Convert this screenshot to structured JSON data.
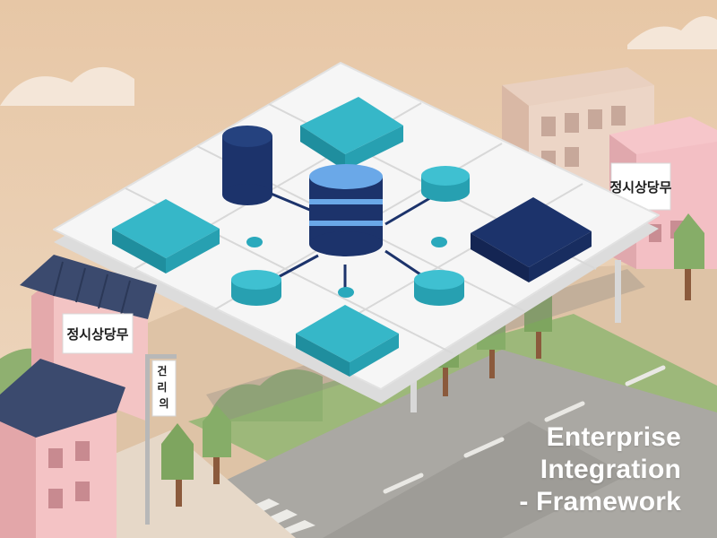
{
  "signs": {
    "right_building": "정시상당무",
    "left_building": "정시상당무",
    "pole_banner": "건리의"
  },
  "caption": {
    "line1": "Enterprise",
    "line2": "Integration",
    "line3": "- Framework"
  },
  "colors": {
    "sky": "#e9cfb4",
    "platform": "#f6f6f6",
    "teal": "#2aa9bc",
    "navy": "#1c336b",
    "db_light": "#6aa8e8",
    "building_pink": "#f0c4c4",
    "roof_navy": "#3b4a6e",
    "grass": "#9db87a",
    "road": "#a9a7a3"
  },
  "icons": [
    "database-icon",
    "cylinder-icon",
    "cube-icon",
    "node-icon"
  ]
}
